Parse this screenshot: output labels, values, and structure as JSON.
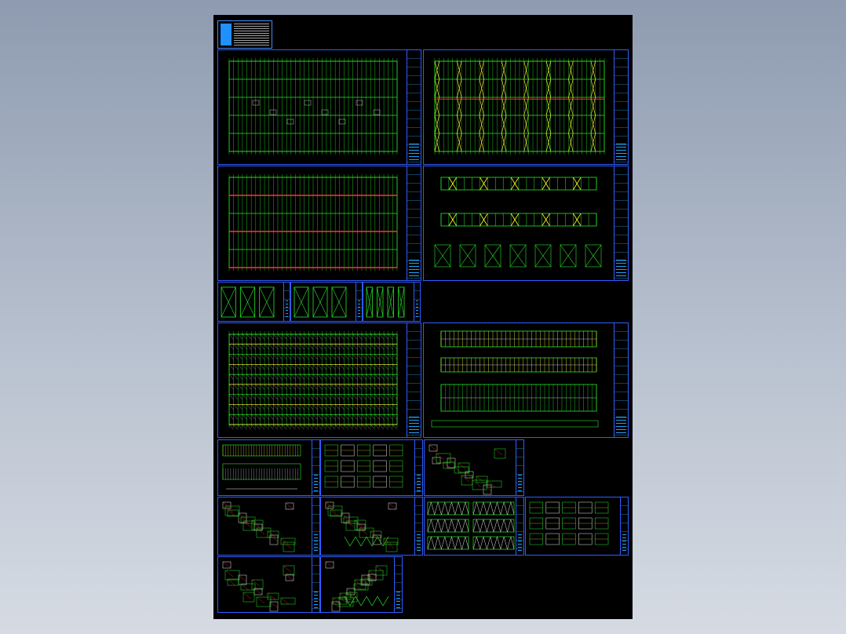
{
  "viewer": {
    "background": "#8e9bb0",
    "canvas_color": "#000000",
    "frame_color": "#2f5cff"
  },
  "colors": {
    "grid_green": "#27e827",
    "yellow": "#ffff33",
    "red": "#ff3333",
    "white": "#e8e8e8",
    "cyan": "#22c8ff"
  },
  "cover_sheet": {
    "title": "",
    "icon": "document-icon"
  },
  "sheets": [
    {
      "id": "plan-1",
      "kind": "plan"
    },
    {
      "id": "plan-2",
      "kind": "plan-bracing"
    },
    {
      "id": "plan-3",
      "kind": "plan-red"
    },
    {
      "id": "elev-1",
      "kind": "elevation-bracing"
    },
    {
      "id": "detail-small-1",
      "kind": "detail"
    },
    {
      "id": "detail-small-2",
      "kind": "detail"
    },
    {
      "id": "detail-small-3",
      "kind": "detail"
    },
    {
      "id": "plan-4",
      "kind": "plan-dense"
    },
    {
      "id": "elev-2",
      "kind": "elevations"
    },
    {
      "id": "d-a",
      "kind": "detail"
    },
    {
      "id": "d-b",
      "kind": "detail"
    },
    {
      "id": "d-c",
      "kind": "detail"
    },
    {
      "id": "d-d",
      "kind": "detail"
    },
    {
      "id": "d-e",
      "kind": "detail"
    },
    {
      "id": "d-f",
      "kind": "truss"
    },
    {
      "id": "d-g",
      "kind": "detail"
    },
    {
      "id": "d-h",
      "kind": "detail"
    },
    {
      "id": "d-i",
      "kind": "detail"
    }
  ]
}
